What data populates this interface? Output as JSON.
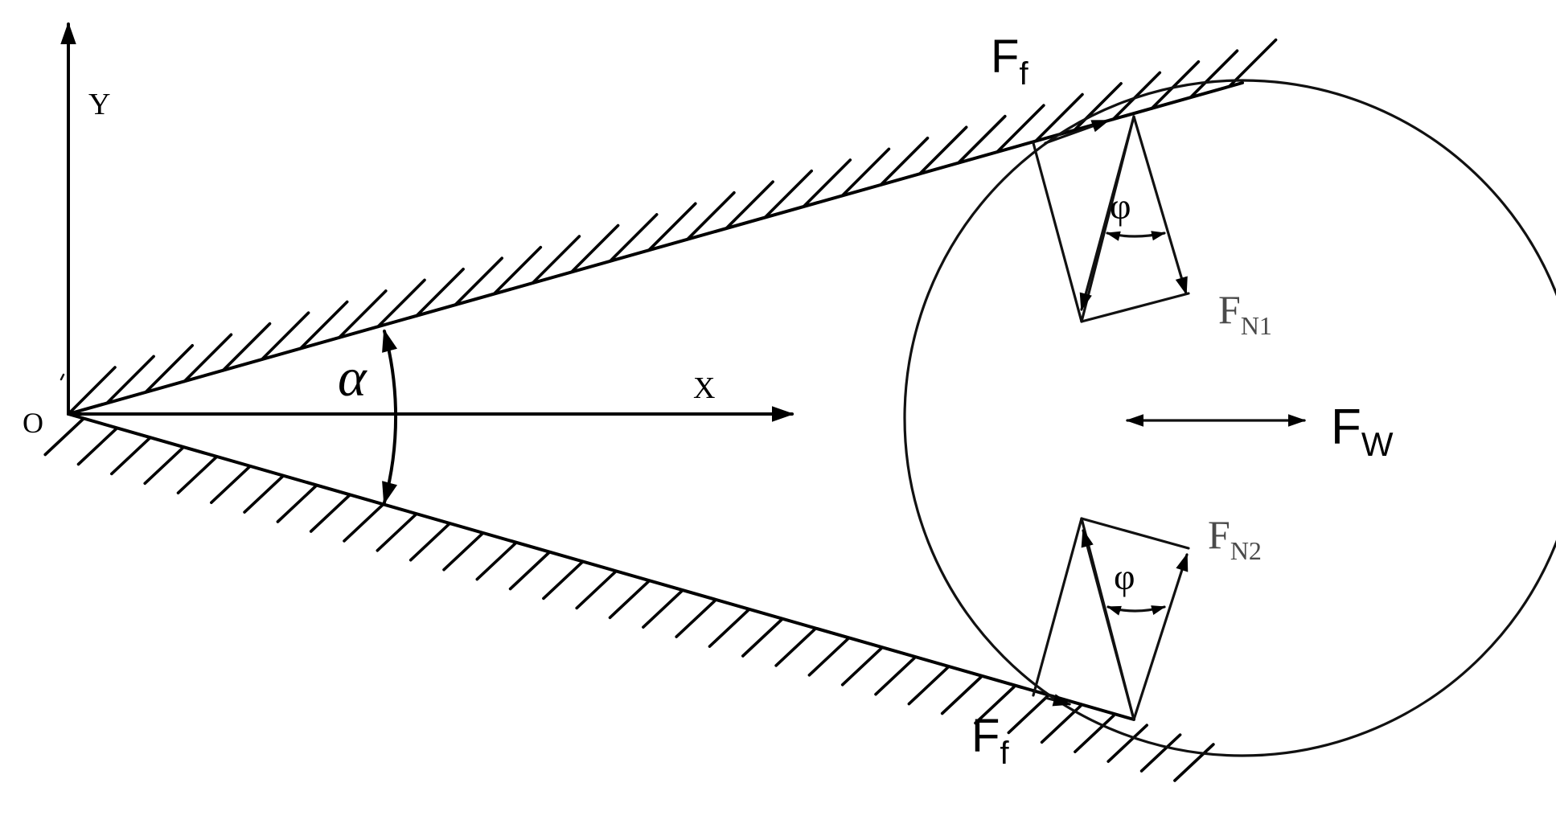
{
  "axes": {
    "origin": "O",
    "x": "X",
    "y": "Y"
  },
  "angles": {
    "alpha": "α",
    "phi_upper": "φ",
    "phi_lower": "φ"
  },
  "forces": {
    "friction_upper": {
      "base": "F",
      "sub": "f"
    },
    "friction_lower": {
      "base": "F",
      "sub": "f"
    },
    "normal_upper": {
      "base": "F",
      "sub": "N1"
    },
    "normal_lower": {
      "base": "F",
      "sub": "N2"
    },
    "weight": {
      "base": "F",
      "sub": "W"
    }
  }
}
